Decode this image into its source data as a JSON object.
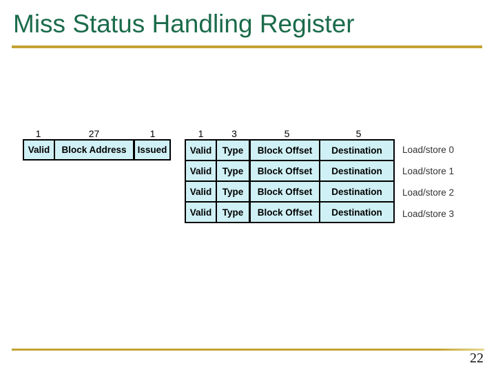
{
  "slide": {
    "title": "Miss Status Handling Register",
    "page_number": "22"
  },
  "colors": {
    "title_green": "#1b6b4b",
    "rule_gold": "#c4a232",
    "cell_cyan": "#cff0f4",
    "border": "#000000",
    "row_label_gray": "#333333"
  },
  "left_table": {
    "bit_widths": [
      "1",
      "27",
      "1"
    ],
    "fields": [
      "Valid",
      "Block Address",
      "Issued"
    ]
  },
  "right_table": {
    "bit_widths": [
      "1",
      "3",
      "5",
      "5"
    ],
    "rows": [
      [
        "Valid",
        "Type",
        "Block Offset",
        "Destination"
      ],
      [
        "Valid",
        "Type",
        "Block Offset",
        "Destination"
      ],
      [
        "Valid",
        "Type",
        "Block Offset",
        "Destination"
      ],
      [
        "Valid",
        "Type",
        "Block Offset",
        "Destination"
      ]
    ],
    "row_labels": [
      "Load/store 0",
      "Load/store 1",
      "Load/store 2",
      "Load/store 3"
    ]
  }
}
